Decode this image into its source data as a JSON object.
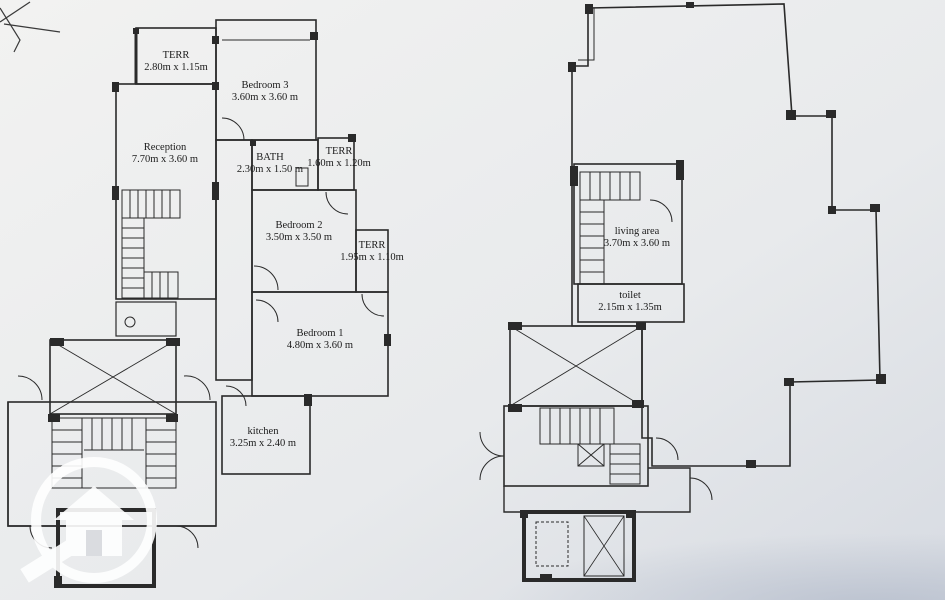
{
  "plans": [
    {
      "id": "ground",
      "rooms": [
        {
          "key": "terr_top",
          "name": "TERR",
          "dims": "2.80m x 1.15m"
        },
        {
          "key": "bedroom3",
          "name": "Bedroom 3",
          "dims": "3.60m x 3.60 m"
        },
        {
          "key": "reception",
          "name": "Reception",
          "dims": "7.70m x 3.60 m"
        },
        {
          "key": "bath",
          "name": "BATH",
          "dims": "2.30m x 1.50 m"
        },
        {
          "key": "terr_mid",
          "name": "TERR",
          "dims": "1.60m x 1.20m"
        },
        {
          "key": "bedroom2",
          "name": "Bedroom 2",
          "dims": "3.50m x 3.50 m"
        },
        {
          "key": "terr_right",
          "name": "TERR",
          "dims": "1.95m x 1.10m"
        },
        {
          "key": "bedroom1",
          "name": "Bedroom 1",
          "dims": "4.80m x 3.60 m"
        },
        {
          "key": "kitchen",
          "name": "kitchen",
          "dims": "3.25m x 2.40 m"
        }
      ]
    },
    {
      "id": "roof",
      "rooms": [
        {
          "key": "living",
          "name": "living area",
          "dims": "3.70m x 3.60 m"
        },
        {
          "key": "toilet",
          "name": "toilet",
          "dims": "2.15m x 1.35m"
        }
      ]
    }
  ],
  "colors": {
    "paper": "#e9ebed",
    "wall": "#2a2a2a",
    "fill": "#f7f7f7",
    "watermark": "#ffffff"
  },
  "icons": {
    "watermark": "home-logo-icon"
  }
}
